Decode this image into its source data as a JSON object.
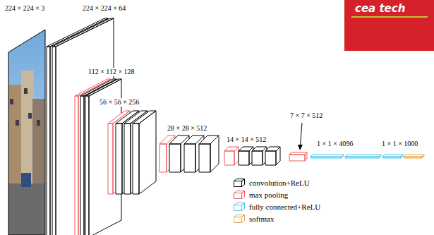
{
  "diagram": {
    "labels": [
      "224 × 224 × 3",
      "224 × 224 × 64",
      "112 × 112 × 128",
      "56 × 56 × 256",
      "28 × 28 × 512",
      "14 × 14 × 512",
      "7 × 7 × 512",
      "1 × 1 × 4096",
      "1 × 1 × 1000",
      "cea tech"
    ],
    "legend": [
      {
        "text": "convolution+ReLU"
      },
      {
        "text": "max pooling"
      },
      {
        "text": "fully connected+ReLU"
      },
      {
        "text": "softmax"
      }
    ]
  }
}
